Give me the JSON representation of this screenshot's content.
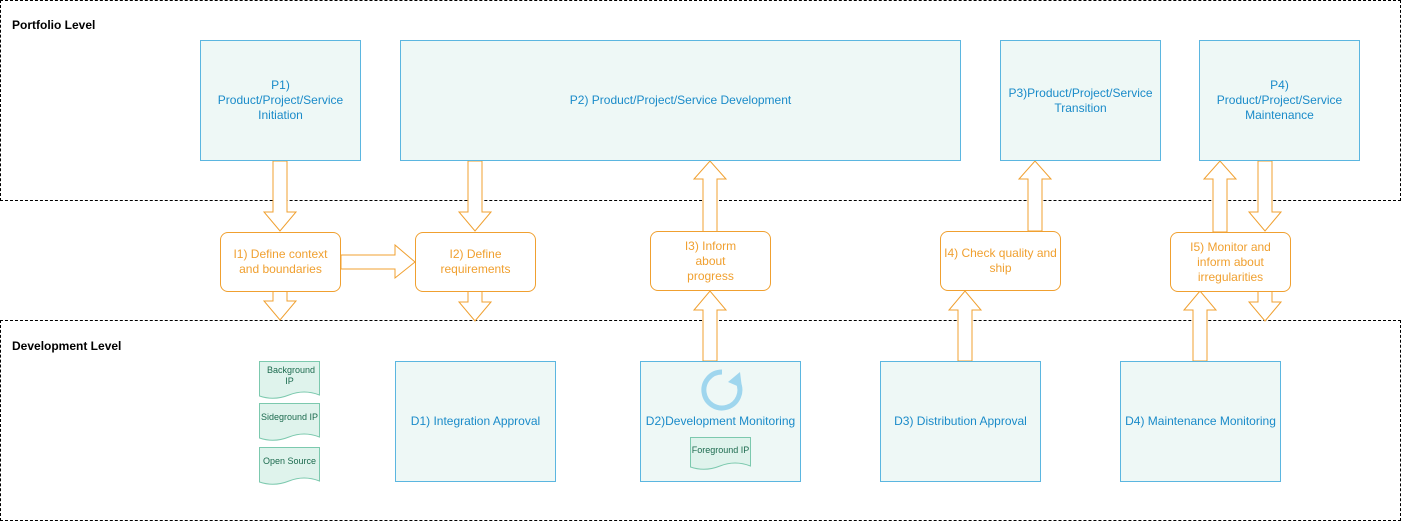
{
  "levels": {
    "portfolio": "Portfolio Level",
    "development": "Development Level"
  },
  "portfolio_boxes": {
    "p1": "P1) Product/Project/Service Initiation",
    "p2": "P2) Product/Project/Service Development",
    "p3": "P3)Product/Project/Service Transition",
    "p4": "P4) Product/Project/Service Maintenance"
  },
  "interface_boxes": {
    "i1": "I1) Define context and boundaries",
    "i2": "I2) Define requirements",
    "i3": "I3) Inform about progress",
    "i4": "I4) Check quality and ship",
    "i5": "I5) Monitor and inform about irregularities"
  },
  "development_boxes": {
    "d1": "D1) Integration Approval",
    "d2": "D2)Development Monitoring",
    "d3": "D3) Distribution Approval",
    "d4": "D4) Maintenance Monitoring"
  },
  "ip_documents": {
    "background": "Background IP",
    "sideground": "Sideground IP",
    "open_source": "Open Source",
    "foreground": "Foreground IP"
  },
  "icons": {
    "monitoring": "refresh-cycle-icon"
  },
  "colors": {
    "portfolio_fill": "#eef8f6",
    "portfolio_border": "#5bb6e0",
    "portfolio_text": "#1a8bc9",
    "interface_border": "#f0a030",
    "document_fill": "#dff3ec",
    "document_border": "#7cc9ae"
  }
}
